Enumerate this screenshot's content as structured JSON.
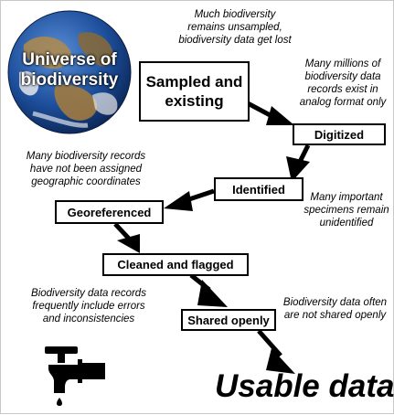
{
  "globe": {
    "label_line1": "Universe of",
    "label_line2": "biodiversity"
  },
  "steps": [
    {
      "label_line1": "Sampled and",
      "label_line2": "existing"
    },
    {
      "label": "Digitized"
    },
    {
      "label": "Identified"
    },
    {
      "label": "Georeferenced"
    },
    {
      "label": "Cleaned and flagged"
    },
    {
      "label": "Shared openly"
    }
  ],
  "notes": {
    "top": [
      "Much biodiversity",
      "remains unsampled,",
      "biodiversity data get lost"
    ],
    "analog": [
      "Many millions of",
      "biodiversity data",
      "records exist in",
      "analog format only"
    ],
    "geo": [
      "Many biodiversity records",
      "have not been assigned",
      "geographic coordinates"
    ],
    "unidentified": [
      "Many important",
      "specimens remain",
      "unidentified"
    ],
    "errors": [
      "Biodiversity data records",
      "frequently include errors",
      "and inconsistencies"
    ],
    "shared": [
      "Biodiversity data often",
      "are not shared openly"
    ]
  },
  "result": "Usable data",
  "icons": {
    "globe": "earth-globe-icon",
    "tap": "water-tap-icon"
  },
  "colors": {
    "stroke": "#000000",
    "ocean": "#1d4f9c",
    "land": "#b08a4a"
  }
}
